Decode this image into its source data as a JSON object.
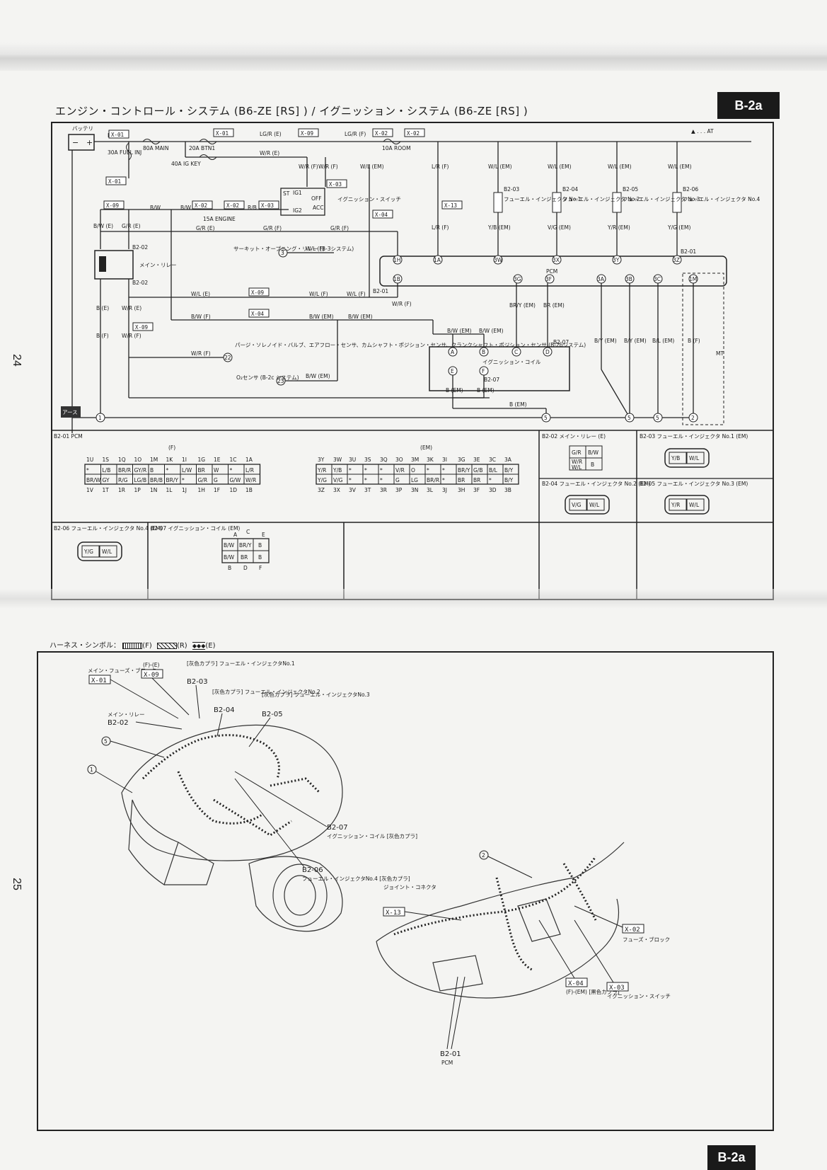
{
  "page": {
    "tab_top": "B-2a",
    "tab_bottom": "B-2a",
    "title": "エンジン・コントロール・システム (B6-ZE [RS] ) / イグニッション・システム (B6-ZE [RS] )",
    "page_left_top": "24",
    "page_left_bottom": "25",
    "at_note": "▲ . . . AT",
    "mt_note": "MT"
  },
  "connectors": {
    "x01": "X-01",
    "x02": "X-02",
    "x03": "X-03",
    "x04": "X-04",
    "x09": "X-09",
    "x13": "X-13"
  },
  "fuses": {
    "main": "80A MAIN",
    "btn1": "20A BTN1",
    "igkey": "40A IG KEY",
    "room": "10A ROOM",
    "fuelinj": "30A FUEL INJ",
    "engine": "15A ENGINE"
  },
  "components": {
    "battery": "バッテリ",
    "ign_switch": "イグニッション・スイッチ",
    "main_relay": "メイン・リレー",
    "pcm": "PCM",
    "ign_coil": "イグニッション・コイル",
    "ground": "アース",
    "inj1": "フューエル・インジェクタ No.1",
    "inj2": "フューエル・インジェクタ No.2",
    "inj3": "フューエル・インジェクタ No.3",
    "inj4": "フューエル・インジェクタ No.4",
    "circuit_relay": "サーキット・オープニング・リレー (B-3システム)",
    "purge": "パージ・ソレノイド・バルブ、エアフロー・センサ、カムシャフト・ポジション・センサ、クランクシャフト・ポジション・センサ (B-2bシステム)",
    "o2": "O₂センサ (B-2c システム)",
    "sw_st": "ST",
    "sw_ig1": "IG1",
    "sw_ig2": "IG2",
    "sw_off": "OFF",
    "sw_acc": "ACC"
  },
  "wires": {
    "b_e": "B (E)",
    "lg_r_e": "LG/R (E)",
    "lg_r_f": "LG/R (F)",
    "w_r_e": "W/R (E)",
    "w_r_f": "W/R (F)",
    "b_w": "B/W",
    "g_r_e": "G/R (E)",
    "g_r_f": "G/R (F)",
    "w_l_em": "W/L (EM)",
    "l_r_f": "L/R (F)",
    "y_b_em": "Y/B (EM)",
    "v_g_em": "V/G (EM)",
    "y_r_em": "Y/R (EM)",
    "y_g_em": "Y/G (EM)",
    "w_l_f": "W/L (F)",
    "w_l_e": "W/L (E)",
    "b_w_f": "B/W (F)",
    "b_w_em": "B/W (EM)",
    "br_y_em": "BR/Y (EM)",
    "br_em": "BR (EM)",
    "b_y_em": "B/Y (EM)",
    "b_l_em": "B/L (EM)",
    "b_f": "B (F)",
    "b_em": "B (EM)",
    "g_r": "G/R",
    "r_b": "R/B",
    "b_w_e": "B/W (E)"
  },
  "nodes": {
    "b203": "B2-03",
    "b204": "B2-04",
    "b205": "B2-05",
    "b206": "B2-06",
    "b201": "B2-01",
    "b202": "B2-02",
    "b207": "B2-07",
    "p1H": "1H",
    "p1A": "1A",
    "p3W": "3W",
    "p3X": "3X",
    "p3Y": "3Y",
    "p3Z": "3Z",
    "p1B": "1B",
    "p3G": "3G",
    "p3F": "3F",
    "p3A": "3A",
    "p3B": "3B",
    "p3C": "3C",
    "p1M": "1M",
    "cA": "A",
    "cB": "B",
    "cC": "C",
    "cD": "D",
    "cE": "E",
    "cF": "F",
    "g1": "1",
    "g2": "2",
    "g3": "3",
    "g5": "5",
    "g22": "22",
    "g23": "23"
  },
  "pcm_table": {
    "label": "B2-01 PCM",
    "f_label": "(F)",
    "em_label": "(EM)",
    "f_top_pins": [
      "1U",
      "1S",
      "1Q",
      "1O",
      "1M",
      "1K",
      "1I",
      "1G",
      "1E",
      "1C",
      "1A"
    ],
    "f_row1": [
      "*",
      "L/B",
      "BR/R",
      "GY/R",
      "B",
      "*",
      "L/W",
      "BR",
      "W",
      "*",
      "L/R"
    ],
    "f_row2": [
      "BR/W",
      "GY",
      "R/G",
      "LG/B",
      "BR/B",
      "BR/Y",
      "*",
      "G/R",
      "G",
      "G/W",
      "W/R"
    ],
    "f_bot_pins": [
      "1V",
      "1T",
      "1R",
      "1P",
      "1N",
      "1L",
      "1J",
      "1H",
      "1F",
      "1D",
      "1B"
    ],
    "em_top_pins": [
      "3Y",
      "3W",
      "3U",
      "3S",
      "3Q",
      "3O",
      "3M",
      "3K",
      "3I",
      "3G",
      "3E",
      "3C",
      "3A"
    ],
    "em_row1": [
      "Y/R",
      "Y/B",
      "*",
      "*",
      "*",
      "V/R",
      "O",
      "*",
      "*",
      "BR/Y",
      "G/B",
      "B/L",
      "B/Y"
    ],
    "em_row2": [
      "Y/G",
      "V/G",
      "*",
      "*",
      "*",
      "G",
      "LG",
      "BR/R",
      "*",
      "BR",
      "BR",
      "*",
      "B/Y"
    ],
    "em_bot_pins": [
      "3Z",
      "3X",
      "3V",
      "3T",
      "3R",
      "3P",
      "3N",
      "3L",
      "3J",
      "3H",
      "3F",
      "3D",
      "3B"
    ]
  },
  "conn_tables": {
    "b202": "B2-02 メイン・リレー (E)",
    "b202_cells": [
      "G/R",
      "B/W",
      "W/R",
      "W/L",
      "B"
    ],
    "b203": "B2-03 フューエル・インジェクタ No.1 (EM)",
    "b203_cells": [
      "Y/B",
      "W/L"
    ],
    "b204": "B2-04 フューエル・インジェクタ No.2 (EM)",
    "b204_cells": [
      "V/G",
      "W/L"
    ],
    "b205": "B2-05 フューエル・インジェクタ No.3 (EM)",
    "b205_cells": [
      "Y/R",
      "W/L"
    ],
    "b206": "B2-06 フューエル・インジェクタ No.4 (EM)",
    "b206_cells": [
      "Y/G",
      "W/L"
    ],
    "b207": "B2-07 イグニッション・コイル (EM)",
    "b207_top": [
      "A",
      "C",
      "E"
    ],
    "b207_cells": [
      "B/W",
      "BR/Y",
      "B",
      "B/W",
      "BR",
      "B"
    ],
    "b207_bot": [
      "B",
      "D",
      "F"
    ]
  },
  "legend": {
    "label": "ハーネス・シンボル：",
    "f": "(F)",
    "r": "(R)",
    "e": "(E)"
  },
  "locator": {
    "x01": "X-01",
    "x09": "X-09",
    "x09_note": "(F)-(E)",
    "fuse_block": "メイン・フューズ・ブロック",
    "b203": "B2-03",
    "b203_note": "[灰色カプラ] フューエル・インジェクタNo.1",
    "b204": "B2-04",
    "b204_note": "[灰色カプラ] フューエル・インジェクタNo.2",
    "b205": "B2-05",
    "b205_note": "[灰色カプラ] フューエル・インジェクタNo.3",
    "b202": "B2-02",
    "b202_note": "メイン・リレー",
    "c5": "5",
    "c1": "1",
    "c2": "2",
    "b207": "B2-07",
    "b207_note": "イグニッション・コイル [灰色カプラ]",
    "b206": "B2-06",
    "b206_note": "フューエル・インジェクタNo.4 [灰色カプラ]",
    "x13": "X-13",
    "x13_note": "ジョイント・コネクタ",
    "x02": "X-02",
    "x02_note": "フューズ・ブロック",
    "x04": "X-04",
    "x04_note": "(F)-(EM) [黒色カプラ]",
    "x03": "X-03",
    "x03_note": "イグニッション・スイッチ",
    "b201": "B2-01",
    "b201_note": "PCM"
  }
}
